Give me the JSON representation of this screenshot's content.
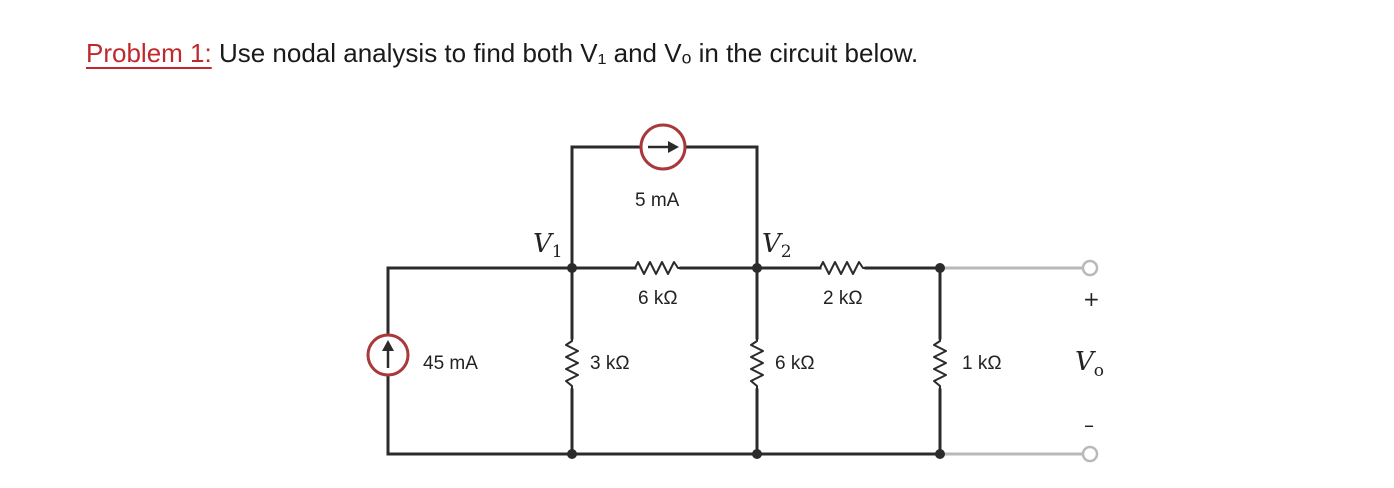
{
  "problem": {
    "label": "Problem 1:",
    "text": " Use nodal analysis to find both V₁ and Vₒ in the circuit below."
  },
  "circuit": {
    "node_v1": {
      "main": "V",
      "sub": "1"
    },
    "node_v2": {
      "main": "V",
      "sub": "2"
    },
    "output": {
      "main": "V",
      "sub": "o",
      "plus": "+",
      "minus": "–"
    },
    "sources": {
      "current_45": "45 mA",
      "current_5": "5 mA"
    },
    "resistors": {
      "r_6k_top": "6 kΩ",
      "r_2k": "2 kΩ",
      "r_3k": "3 kΩ",
      "r_6k_shunt": "6 kΩ",
      "r_1k": "1 kΩ"
    },
    "colors": {
      "wire": "#2b2b2b",
      "source_ring": "#a8383a",
      "output_lead": "#b9b9b9",
      "label_accent": "#c0292b"
    }
  }
}
